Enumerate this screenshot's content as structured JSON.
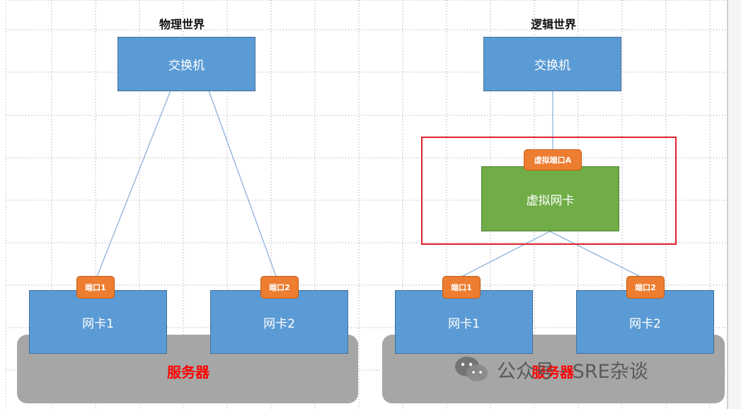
{
  "physical": {
    "title": "物理世界",
    "switch_label": "交换机",
    "port1_label": "端口1",
    "port2_label": "端口2",
    "nic1_label": "网卡1",
    "nic2_label": "网卡2",
    "server_label": "服务器"
  },
  "logical": {
    "title": "逻辑世界",
    "switch_label": "交换机",
    "virtual_port_label": "虚拟端口A",
    "virtual_nic_label": "虚拟网卡",
    "port1_label": "端口1",
    "port2_label": "端口2",
    "nic1_label": "网卡1",
    "nic2_label": "网卡2",
    "server_label": "服务器"
  },
  "watermark": {
    "text": "公众号 · SRE杂谈",
    "icon": "wechat-icon"
  },
  "colors": {
    "box_blue": "#5b9bd5",
    "port_orange": "#ed7d31",
    "virtual_green": "#70ad47",
    "server_gray": "#a6a6a6",
    "highlight_red": "#e3202b",
    "server_text_red": "#ff0000"
  }
}
